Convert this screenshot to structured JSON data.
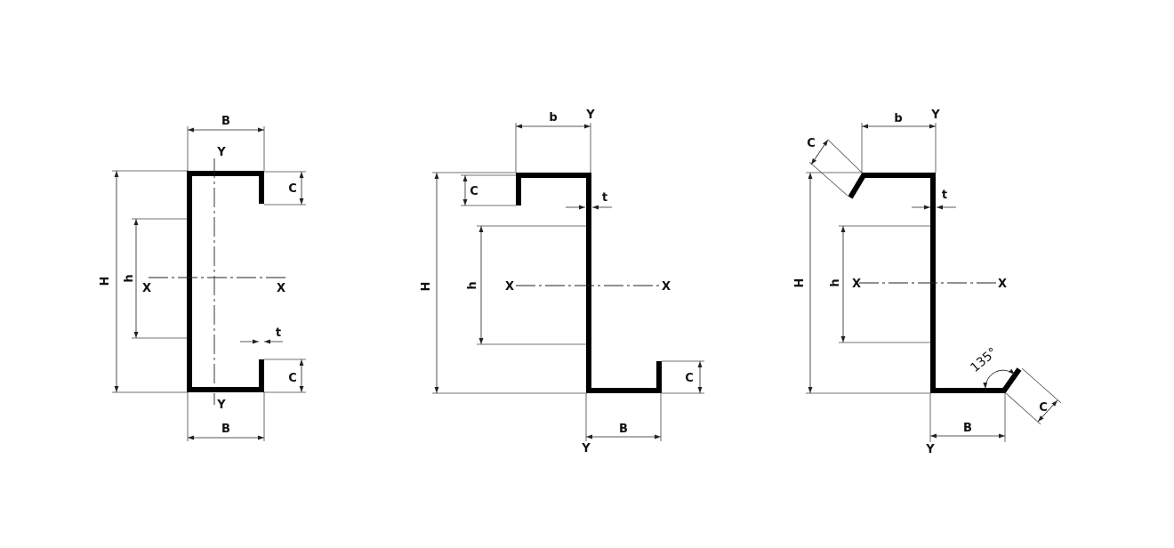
{
  "colors": {
    "profile": "#000000",
    "lines": "#222222",
    "background": "#ffffff"
  },
  "c_section": {
    "width_label": "B",
    "height_label": "H",
    "web_depth_label": "h",
    "lip_label": "C",
    "thickness_label": "t",
    "x_axis_label": "X",
    "y_axis_label": "Y"
  },
  "z_section": {
    "top_flange_label": "b",
    "bottom_flange_label": "B",
    "height_label": "H",
    "web_depth_label": "h",
    "lip_label": "C",
    "thickness_label": "t",
    "x_axis_label": "X",
    "y_axis_label": "Y"
  },
  "z_section_angled": {
    "top_flange_label": "b",
    "bottom_flange_label": "B",
    "height_label": "H",
    "web_depth_label": "h",
    "lip_label": "C",
    "thickness_label": "t",
    "angle_label": "135°",
    "x_axis_label": "X",
    "y_axis_label": "Y"
  }
}
